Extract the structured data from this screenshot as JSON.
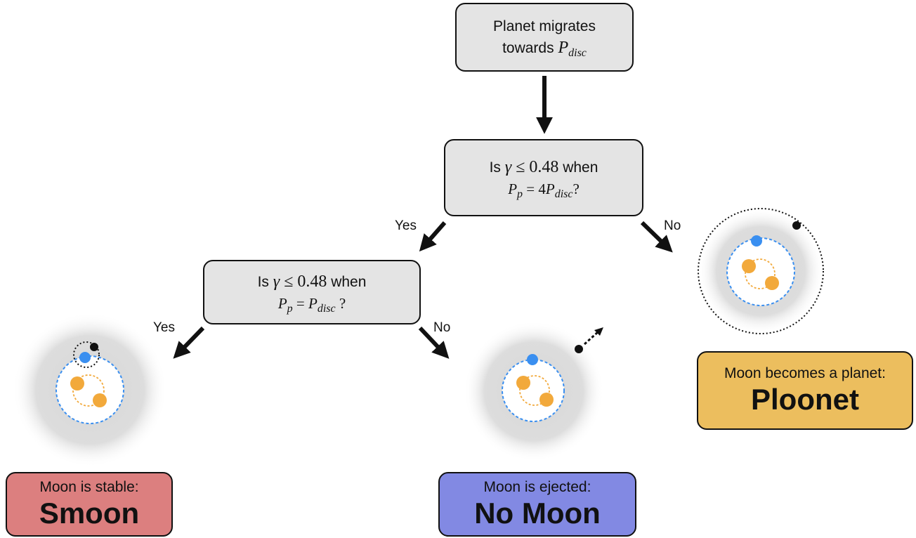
{
  "node_start": {
    "text": "Planet migrates",
    "text2_prefix": "towards ",
    "math_var": "P",
    "math_sub": "disc"
  },
  "node_q1": {
    "line1_prefix": "Is ",
    "gamma": "γ",
    "leq": "≤",
    "value": "0.48",
    "line1_suffix": " when",
    "line2_var": "P",
    "line2_sub": "p",
    "line2_mid": " = 4",
    "line2_var2": "P",
    "line2_sub2": "disc",
    "line2_end": "?"
  },
  "node_q2": {
    "line1_prefix": "Is ",
    "gamma": "γ",
    "leq": "≤",
    "value": "0.48",
    "line1_suffix": " when",
    "line2_var": "P",
    "line2_sub": "p",
    "line2_mid": " = ",
    "line2_var2": "P",
    "line2_sub2": "disc",
    "line2_end": " ?"
  },
  "edges": {
    "q1_yes": "Yes",
    "q1_no": "No",
    "q2_yes": "Yes",
    "q2_no": "No"
  },
  "outcomes": {
    "smoon": {
      "caption": "Moon is stable:",
      "title": "Smoon",
      "color": "#dc7f7f"
    },
    "no_moon": {
      "caption": "Moon is ejected:",
      "title": "No Moon",
      "color": "#8289e3"
    },
    "ploonet": {
      "caption": "Moon becomes a planet:",
      "title": "Ploonet",
      "color": "#ecbe5e"
    }
  },
  "colors": {
    "node_fill": "#e4e4e4",
    "star": "#f2a93b",
    "planet": "#3a8ff0",
    "moon": "#000000",
    "halo": "#d9d9d9"
  }
}
